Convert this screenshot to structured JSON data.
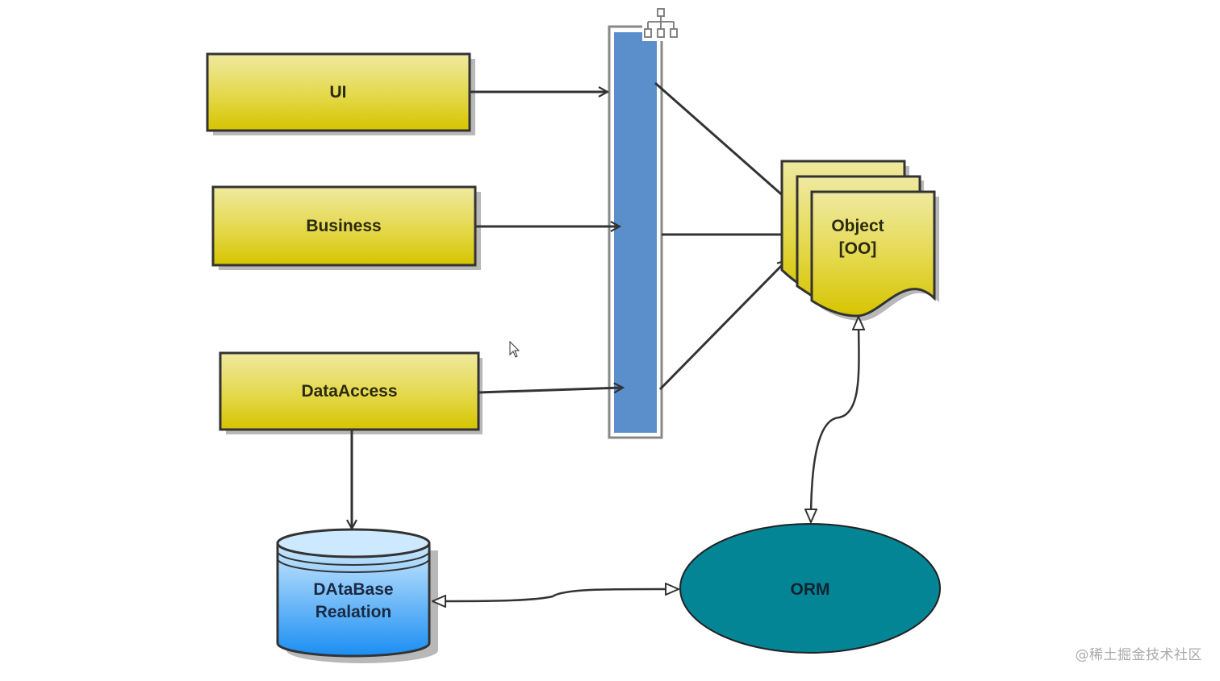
{
  "diagram": {
    "nodes": {
      "ui": {
        "label": "UI"
      },
      "business": {
        "label": "Business"
      },
      "data_access": {
        "label": "DataAccess"
      },
      "object": {
        "label_line1": "Object",
        "label_line2": "[OO]"
      },
      "database": {
        "label_line1": "DAtaBase",
        "label_line2": "Realation"
      },
      "orm": {
        "label": "ORM"
      }
    },
    "edges": [
      {
        "from": "UI",
        "to": "fork-bar",
        "type": "arrow"
      },
      {
        "from": "Business",
        "to": "fork-bar",
        "type": "arrow"
      },
      {
        "from": "DataAccess",
        "to": "fork-bar",
        "type": "arrow"
      },
      {
        "from": "fork-bar",
        "to": "Object [OO]",
        "type": "arrow",
        "count": 3
      },
      {
        "from": "DataAccess",
        "to": "DAtaBase Realation",
        "type": "arrow"
      },
      {
        "from": "DAtaBase Realation",
        "to": "ORM",
        "type": "bidirectional-hollow"
      },
      {
        "from": "ORM",
        "to": "Object [OO]",
        "type": "bidirectional-hollow"
      }
    ],
    "colors": {
      "layer_box_top": "#efe9a0",
      "layer_box_bottom": "#d6c400",
      "bar_fill": "#5b8fcb",
      "database_top": "#cde9ff",
      "database_bottom": "#1a8ef2",
      "orm_fill": "#048596",
      "stroke": "#333333"
    }
  },
  "watermark": "@稀土掘金技术社区"
}
